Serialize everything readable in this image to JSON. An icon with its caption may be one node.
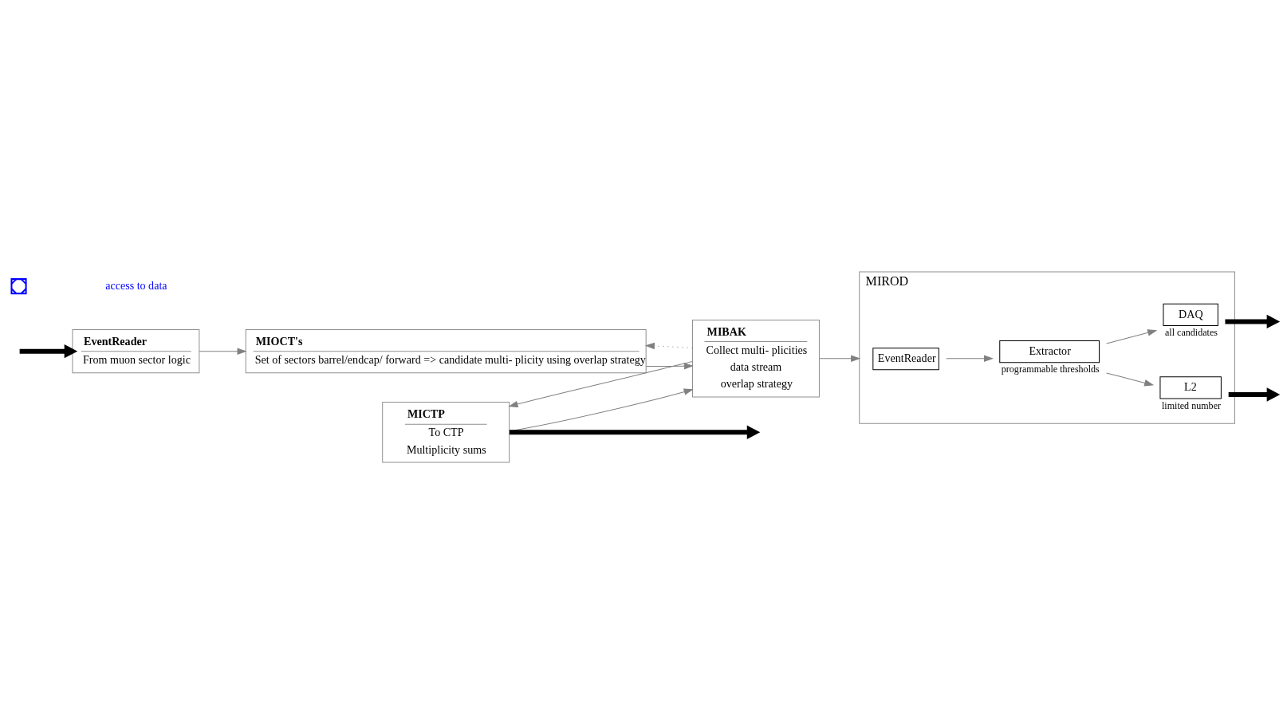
{
  "diagram": {
    "nodes": [
      {
        "text": [
          "EventReader",
          "From muon sector logic"
        ]
      },
      {
        "text": [
          "MICTP",
          "To CTP",
          "Multiplicity sums"
        ]
      },
      {
        "text": [
          "MIROD"
        ]
      },
      {
        "text": [
          "EventReader"
        ],
        "in": 2
      },
      {
        "text": [
          "Extractor"
        ],
        "in": 2,
        "beside": [
          "programmable thresholds"
        ]
      },
      {
        "text": [
          "DAQ"
        ],
        "in": 2,
        "beside": [
          "all candidates"
        ]
      },
      {
        "text": [
          "L2"
        ],
        "in": 2,
        "beside": [
          "limited number"
        ]
      },
      {
        "text": [
          "MIOCT's",
          "Set of sectors barrel/endcap/ forward => candidate multi- plicity using overlap strategy"
        ]
      },
      {
        "text": [
          "MIBAK",
          "Collect multi- plicities",
          "data stream",
          "overlap strategy"
        ]
      }
    ],
    "edges": [
      {
        "from": null,
        "to": 0,
        "arrow": "to",
        "style": "thick",
        "color": "#000000"
      },
      {
        "from": 0,
        "to": 7,
        "arrow": "to"
      },
      {
        "from": 7,
        "to": 8,
        "arrow": "to"
      },
      {
        "from": 8,
        "to": 1,
        "arrow": "to"
      },
      {
        "from": 1,
        "to": 8,
        "arrow": "to"
      },
      {
        "from": 1,
        "to": null,
        "arrow": "to",
        "style": "thick",
        "color": "#000000"
      },
      {
        "from": 8,
        "to": 2,
        "arrow": "to"
      },
      {
        "from": 3,
        "to": 4,
        "arrow": "to"
      },
      {
        "from": 4,
        "to": 5,
        "arrow": "to"
      },
      {
        "from": 4,
        "to": 6,
        "arrow": "to"
      },
      {
        "from": 5,
        "to": null,
        "arrow": "to",
        "style": "thick",
        "color": "#000000"
      },
      {
        "from": 6,
        "to": null,
        "arrow": "to",
        "style": "thick",
        "color": "#000000"
      },
      {
        "from": 8,
        "to": 7,
        "arrow": "to",
        "style": "dashed"
      }
    ],
    "legend": [
      {
        "text": "access to data"
      }
    ]
  }
}
